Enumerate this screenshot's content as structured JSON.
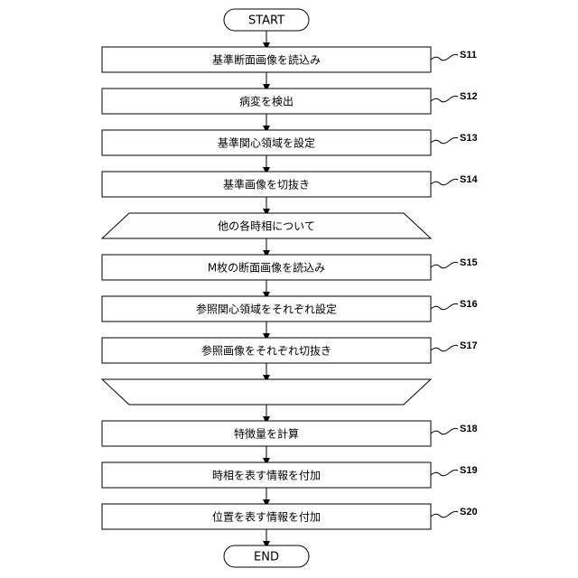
{
  "start_label": "START",
  "end_label": "END",
  "steps": [
    {
      "text": "基準断面画像を読込み",
      "id": "S11"
    },
    {
      "text": "病変を検出",
      "id": "S12"
    },
    {
      "text": "基準関心領域を設定",
      "id": "S13"
    },
    {
      "text": "基準画像を切抜き",
      "id": "S14"
    },
    {
      "text": "M枚の断面画像を読込み",
      "id": "S15"
    },
    {
      "text": "参照関心領域をそれぞれ設定",
      "id": "S16"
    },
    {
      "text": "参照画像をそれぞれ切抜き",
      "id": "S17"
    },
    {
      "text": "特徴量を計算",
      "id": "S18"
    },
    {
      "text": "時相を表す情報を付加",
      "id": "S19"
    },
    {
      "text": "位置を表す情報を付加",
      "id": "S20"
    }
  ],
  "loop_start_label": "他の各時相について",
  "loop_end_label": ""
}
